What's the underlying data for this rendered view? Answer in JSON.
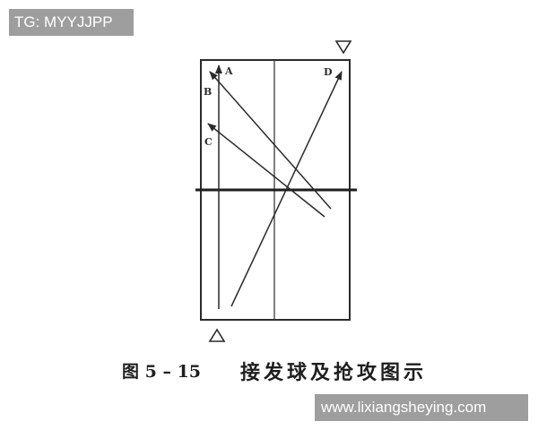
{
  "watermarks": {
    "top_left": "TG: MYYJJPP",
    "bottom_right": "www.lixiangsheying.com"
  },
  "diagram": {
    "labels": {
      "a": "A",
      "b": "B",
      "c": "C",
      "d": "D"
    }
  },
  "caption": {
    "figure_number": "图 5 – 15",
    "title": "接发球及抢攻图示"
  },
  "colors": {
    "line": "#2a2a2a",
    "watermark_background": "#969696",
    "watermark_text": "#ffffff"
  }
}
